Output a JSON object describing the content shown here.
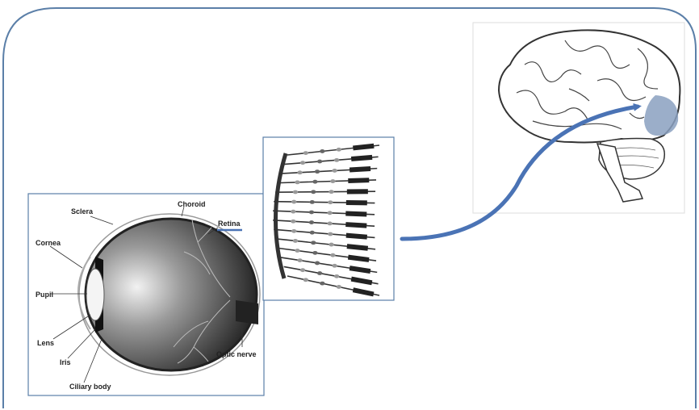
{
  "eye": {
    "labels": {
      "sclera": "Sclera",
      "choroid": "Choroid",
      "retina": "Retina",
      "cornea": "Cornea",
      "pupil": "Pupil",
      "lens": "Lens",
      "iris": "Iris",
      "ciliary_body": "Ciliary body",
      "optic_nerve": "Optic nerve"
    }
  },
  "colors": {
    "frame": "#5b7fa8",
    "arrow": "#4a73b5",
    "retina_underline": "#4a73b5",
    "brain_highlight": "#8aa0bf"
  },
  "icons": {
    "eye": "eye-anatomy-illustration",
    "retina": "retina-cells-illustration",
    "brain": "brain-illustration",
    "arrow": "curved-arrow"
  }
}
